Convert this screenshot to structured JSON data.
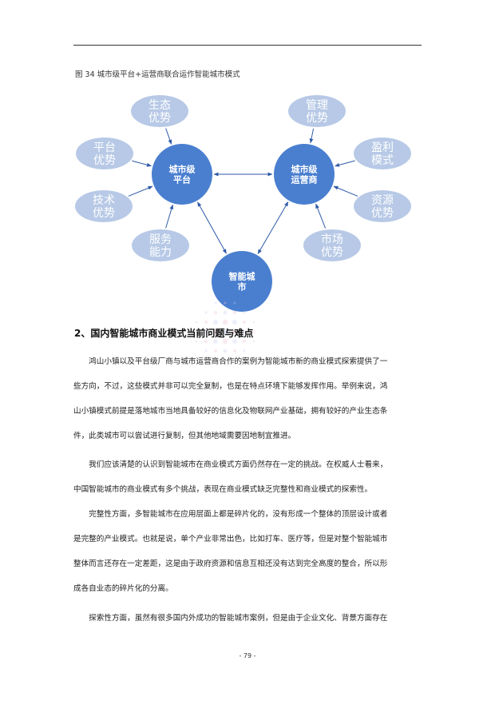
{
  "caption": "图 34  城市级平台+运营商联合运作智能城市模式",
  "diagram": {
    "hubs": {
      "platform": [
        "城市级",
        "平台"
      ],
      "operator": [
        "城市级",
        "运营商"
      ],
      "smart_city": [
        "智能城",
        "市"
      ]
    },
    "platform_factors": [
      [
        "生态",
        "优势"
      ],
      [
        "平台",
        "优势"
      ],
      [
        "技术",
        "优势"
      ],
      [
        "服务",
        "能力"
      ]
    ],
    "operator_factors": [
      [
        "管理",
        "优势"
      ],
      [
        "盈利",
        "模式"
      ],
      [
        "资源",
        "优势"
      ],
      [
        "市场",
        "优势"
      ]
    ],
    "colors": {
      "hub": "#4a7fd0",
      "factor": "#b7c9e6",
      "arrow": "#2f5aa8"
    }
  },
  "section_title": "2、国内智能城市商业模式当前问题与难点",
  "paragraphs": [
    [
      "　　鸿山小镇以及平台级厂商与城市运营商合作的案例为智能城市新的商业模式探索提供了一",
      "些方向，不过，这些模式并非可以完全复制，也是在特点环境下能够发挥作用。举例来说，鸿",
      "山小镇模式前提是落地城市当地具备较好的信息化及物联网产业基础，拥有较好的产业生态条",
      "件，此类城市可以尝试进行复制，但其他地域需要因地制宜推进。"
    ],
    [
      "　　我们应该清楚的认识到智能城市在商业模式方面仍然存在一定的挑战。在权威人士看来，",
      "中国智能城市的商业模式有多个挑战，表现在商业模式缺乏完整性和商业模式的探索性。"
    ],
    [
      "　　完整性方面，多智能城市在应用层面上都是碎片化的，没有形成一个整体的顶层设计或者",
      "是完整的产业模式。也就是说，单个产业非常出色，比如打车、医疗等，但是对整个智能城市",
      "整体而言还存在一定差距，这是由于政府资源和信息互相还没有达到完全高度的整合，所以形",
      "成各自业态的碎片化的分离。"
    ],
    [
      "　　探索性方面，虽然有很多国内外成功的智能城市案例，但是由于企业文化、背景方面存在"
    ]
  ],
  "page_number": "- 79 -"
}
